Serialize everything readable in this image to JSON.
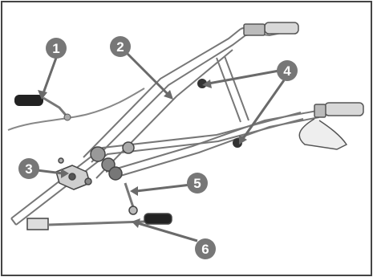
{
  "diagram": {
    "callouts": [
      {
        "id": "1",
        "label": "1",
        "color": "#777777"
      },
      {
        "id": "2",
        "label": "2",
        "color": "#777777"
      },
      {
        "id": "3",
        "label": "3",
        "color": "#777777"
      },
      {
        "id": "4",
        "label": "4",
        "color": "#777777"
      },
      {
        "id": "5",
        "label": "5",
        "color": "#777777"
      },
      {
        "id": "6",
        "label": "6",
        "color": "#777777"
      }
    ],
    "frame_color": "#444444",
    "line_color": "#7a7a7a"
  }
}
